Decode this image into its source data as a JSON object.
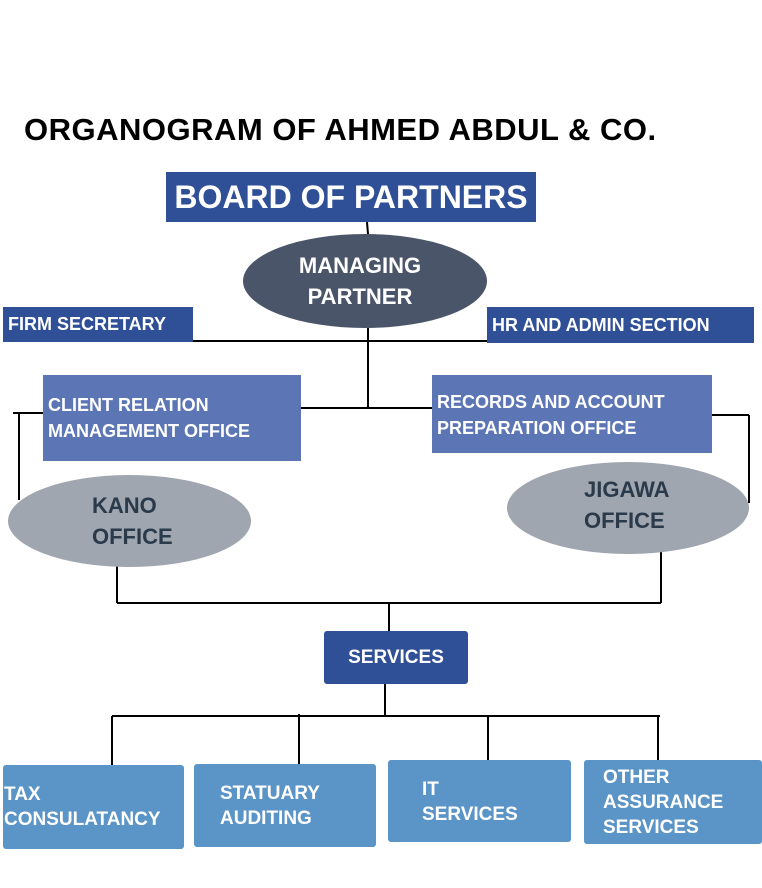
{
  "title": "ORGANOGRAM OF AHMED ABDUL & CO.",
  "board": "BOARD OF PARTNERS",
  "managing_partner": [
    "MANAGING",
    "PARTNER"
  ],
  "firm_secretary": "FIRM SECRETARY",
  "hr_admin": "HR AND ADMIN SECTION",
  "client_relation": [
    "CLIENT RELATION",
    "MANAGEMENT OFFICE"
  ],
  "records_account": [
    "RECORDS AND ACCOUNT",
    "PREPARATION OFFICE"
  ],
  "kano_office": [
    "KANO",
    "OFFICE"
  ],
  "jigawa_office": [
    "JIGAWA",
    "OFFICE"
  ],
  "services": "SERVICES",
  "service_items": [
    [
      "TAX",
      "CONSULATANCY"
    ],
    [
      "STATUARY",
      "AUDITING"
    ],
    [
      "IT",
      "SERVICES"
    ],
    [
      "OTHER",
      "ASSURANCE",
      "SERVICES"
    ]
  ],
  "colors": {
    "dark_blue": "#2f4f96",
    "mid_blue": "#5b75b5",
    "light_blue": "#5b94c6",
    "slate": "#4a5569",
    "grey_oval": "#9fa6b0"
  }
}
